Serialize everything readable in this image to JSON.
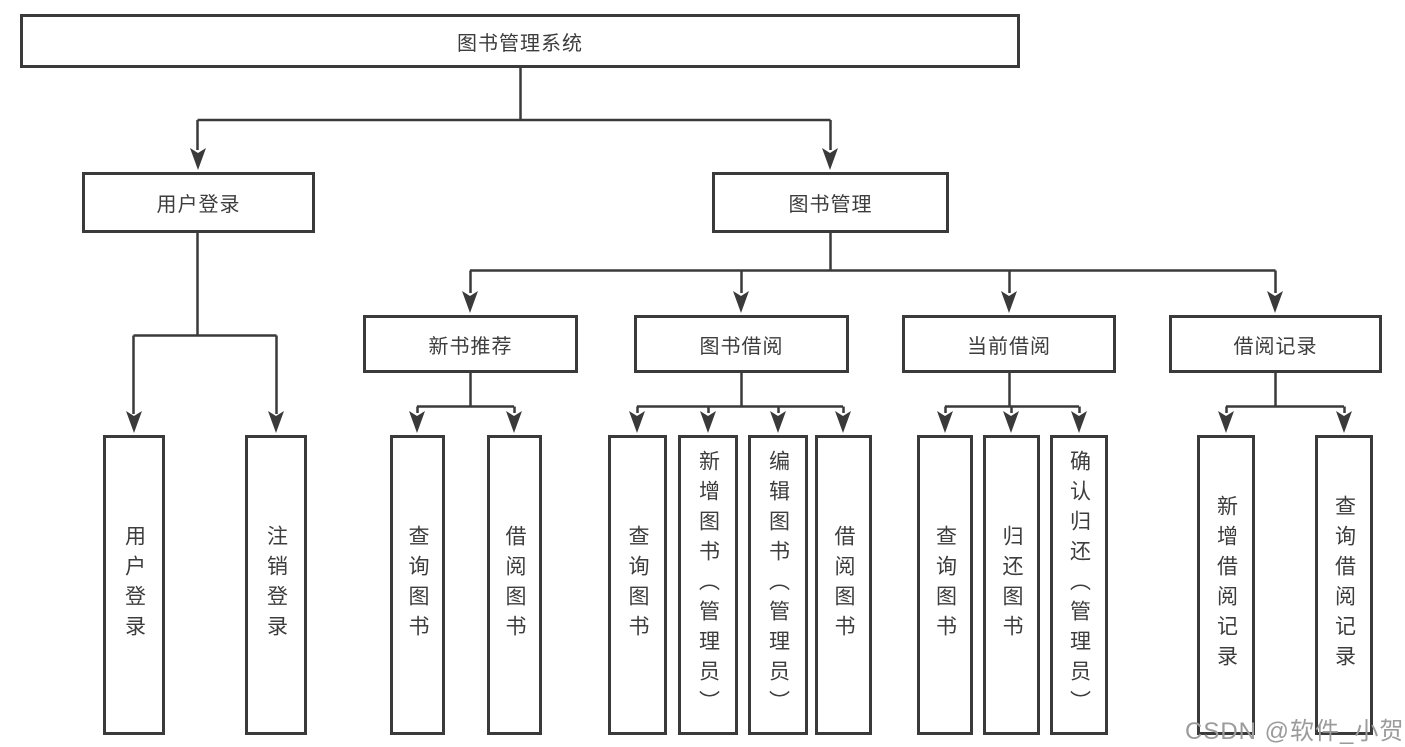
{
  "diagram_title": "图书管理系统",
  "colors": {
    "line": "#3a3a3a",
    "box_border": "#3a3a3a",
    "box_background": "#ffffff",
    "text": "#3d3d3d",
    "watermark": "#9b9b9b"
  },
  "tree": {
    "root": {
      "label": "图书管理系统"
    },
    "branches": [
      {
        "label": "用户登录",
        "children": [
          {
            "label": "用户登录"
          },
          {
            "label": "注销登录"
          }
        ]
      },
      {
        "label": "图书管理",
        "children": [
          {
            "label": "新书推荐",
            "children": [
              {
                "label": "查询图书"
              },
              {
                "label": "借阅图书"
              }
            ]
          },
          {
            "label": "图书借阅",
            "children": [
              {
                "label": "查询图书"
              },
              {
                "label": "新增图书（管理员）"
              },
              {
                "label": "编辑图书（管理员）"
              },
              {
                "label": "借阅图书"
              }
            ]
          },
          {
            "label": "当前借阅",
            "children": [
              {
                "label": "查询图书"
              },
              {
                "label": "归还图书"
              },
              {
                "label": "确认归还（管理员）"
              }
            ]
          },
          {
            "label": "借阅记录",
            "children": [
              {
                "label": "新增借阅记录"
              },
              {
                "label": "查询借阅记录"
              }
            ]
          }
        ]
      }
    ]
  },
  "watermark": {
    "text": "CSDN @软件_小贺同学"
  }
}
